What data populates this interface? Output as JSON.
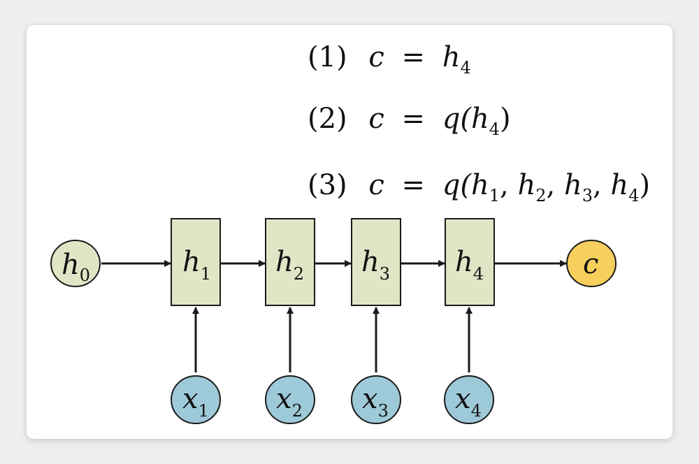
{
  "equations": [
    {
      "num": "(1)",
      "lhs": "c",
      "eq": "=",
      "rhs": [
        {
          "t": "h",
          "s": "4"
        }
      ]
    },
    {
      "num": "(2)",
      "lhs": "c",
      "eq": "=",
      "rhs": [
        {
          "t": "q(",
          "s": ""
        },
        {
          "t": "h",
          "s": "4"
        },
        {
          "t": ")",
          "s": ""
        }
      ]
    },
    {
      "num": "(3)",
      "lhs": "c",
      "eq": "=",
      "rhs": [
        {
          "t": "q(",
          "s": ""
        },
        {
          "t": "h",
          "s": "1"
        },
        {
          "t": ", ",
          "s": ""
        },
        {
          "t": "h",
          "s": "2"
        },
        {
          "t": ", ",
          "s": ""
        },
        {
          "t": "h",
          "s": "3"
        },
        {
          "t": ", ",
          "s": ""
        },
        {
          "t": "h",
          "s": "4"
        },
        {
          "t": ")",
          "s": ""
        }
      ]
    }
  ],
  "initial_state": {
    "letter": "h",
    "sub": "0"
  },
  "hidden_states": [
    {
      "letter": "h",
      "sub": "1"
    },
    {
      "letter": "h",
      "sub": "2"
    },
    {
      "letter": "h",
      "sub": "3"
    },
    {
      "letter": "h",
      "sub": "4"
    }
  ],
  "inputs": [
    {
      "letter": "x",
      "sub": "1"
    },
    {
      "letter": "x",
      "sub": "2"
    },
    {
      "letter": "x",
      "sub": "3"
    },
    {
      "letter": "x",
      "sub": "4"
    }
  ],
  "output": {
    "letter": "c"
  },
  "colors": {
    "state_fill": "#dfe6c6",
    "input_fill": "#9ec9d8",
    "output_fill": "#f6cf5c",
    "stroke": "#1a1a1a"
  }
}
